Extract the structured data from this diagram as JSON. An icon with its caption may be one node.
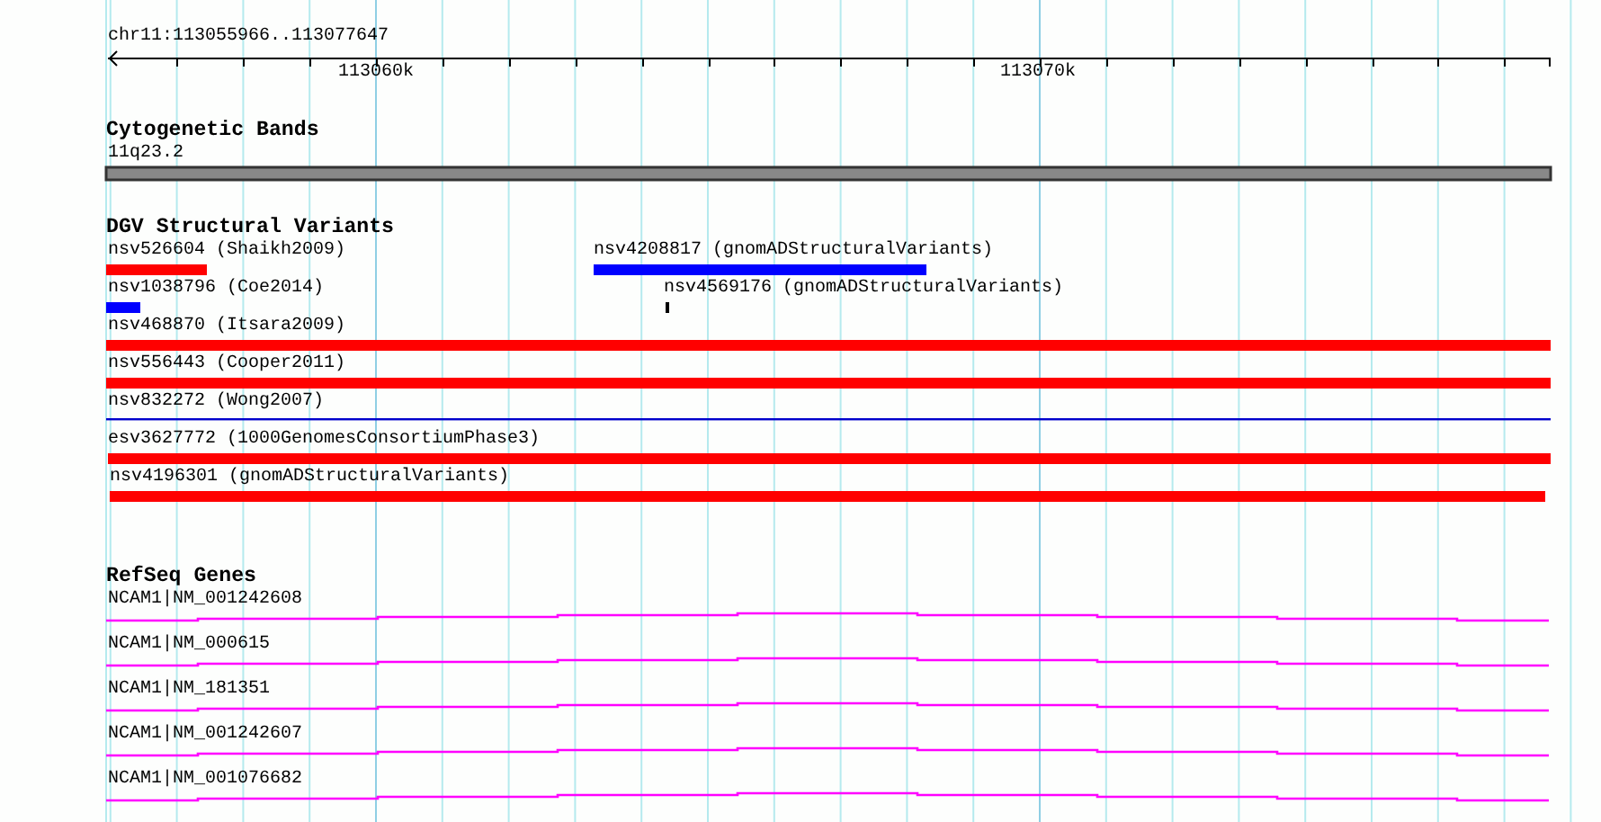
{
  "diagram": {
    "nodes": [
      {
        "text": [
          "11q23.2"
        ]
      },
      {
        "text": [
          "nsv526604 (Shaikh2009)"
        ]
      },
      {
        "text": [
          "nsv4208817 (gnomADStructuralVariants)"
        ]
      },
      {
        "text": [
          "nsv1038796 (Coe2014)"
        ]
      },
      {
        "text": [
          "nsv4569176 (gnomADStructuralVariants)"
        ]
      },
      {
        "text": [
          "nsv468870 (Itsara2009)"
        ]
      },
      {
        "text": [
          "nsv556443 (Cooper2011)"
        ]
      },
      {
        "text": [
          "nsv832272 (Wong2007)"
        ]
      },
      {
        "text": [
          "esv3627772 (1000GenomesConsortiumPhase3)"
        ]
      },
      {
        "text": [
          "nsv4196301 (gnomADStructuralVariants)"
        ]
      },
      {
        "text": [
          "NCAM1|NM_001242608"
        ]
      },
      {
        "text": [
          "NCAM1|NM_000615"
        ]
      },
      {
        "text": [
          "NCAM1|NM_181351"
        ]
      },
      {
        "text": [
          "NCAM1|NM_001242607"
        ]
      },
      {
        "text": [
          "NCAM1|NM_001076682"
        ]
      }
    ],
    "labels": [
      "chr11:113055966..113077647",
      "113060k",
      "113070k",
      "Cytogenetic Bands",
      "DGV Structural Variants",
      "RefSeq Genes"
    ]
  }
}
